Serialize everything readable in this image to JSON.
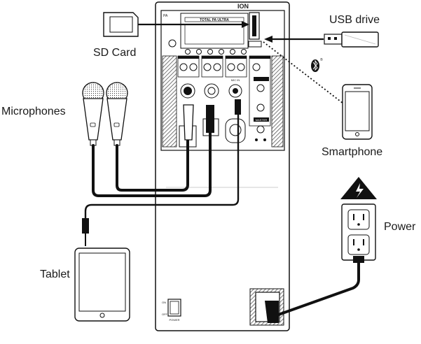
{
  "labels": {
    "sd_card": "SD Card",
    "usb_drive": "USB drive",
    "microphones": "Microphones",
    "smartphone": "Smartphone",
    "tablet": "Tablet",
    "power": "Power"
  },
  "device": {
    "brand": "ION",
    "model": "TOTAL PA ULTRA",
    "model_tag": "PA",
    "power_switch_label": "POWER",
    "switch_on": "ON",
    "switch_off": "OFF",
    "master_label": "MASTER",
    "mic_in_label": "MIC IN"
  },
  "colors": {
    "line": "#111111",
    "body_fill": "#ffffff",
    "hatch": "#555555"
  },
  "icons": [
    "sd-card-icon",
    "usb-drive-icon",
    "bluetooth-icon",
    "microphone-icon",
    "smartphone-icon",
    "tablet-icon",
    "power-outlet-icon",
    "high-voltage-icon",
    "power-plug-icon"
  ]
}
